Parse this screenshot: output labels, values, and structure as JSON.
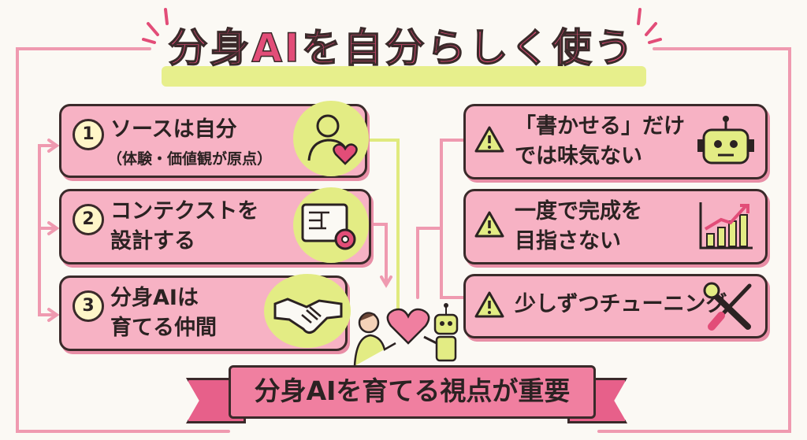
{
  "title": "分身AIを自分らしく使う",
  "left_items": [
    {
      "number": "1",
      "line1": "ソースは自分",
      "line2": "（体験・価値観が原点）",
      "icon": "person-heart-icon"
    },
    {
      "number": "2",
      "line1": "コンテクストを",
      "line2": "設計する",
      "icon": "blueprint-gear-icon"
    },
    {
      "number": "3",
      "line1": "分身AIは",
      "line2": "育てる仲間",
      "icon": "handshake-icon"
    }
  ],
  "right_items": [
    {
      "line1": "「書かせる」だけ",
      "line2": "では味気ない",
      "icon": "robot-face-icon"
    },
    {
      "line1": "一度で完成を",
      "line2": "目指さない",
      "icon": "growth-chart-icon"
    },
    {
      "line1": "少しずつチューニング",
      "line2": "",
      "icon": "wrench-screwdriver-icon"
    }
  ],
  "banner": "分身AIを育てる視点が重要",
  "colors": {
    "pink": "#f7b2c4",
    "accent": "#e24d78",
    "lime": "#e3ec84",
    "line": "#f0a0b4"
  }
}
